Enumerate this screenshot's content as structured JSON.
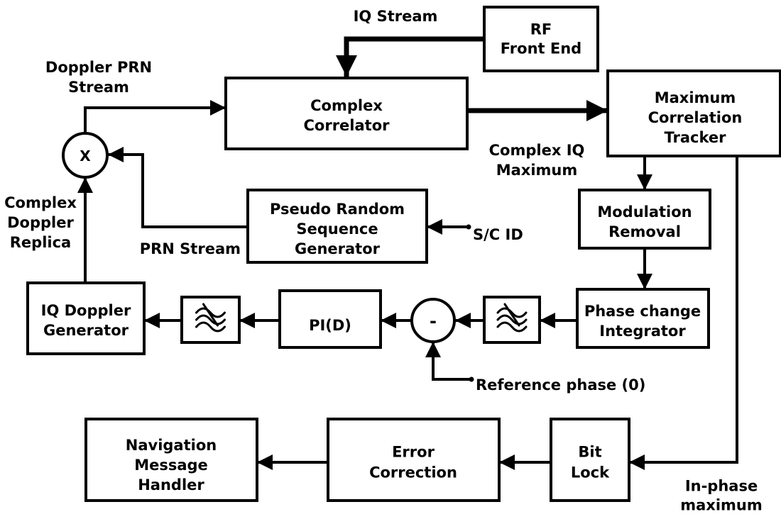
{
  "blocks": {
    "rf_front_end": [
      "RF",
      "Front End"
    ],
    "complex_correlator": [
      "Complex",
      "Correlator"
    ],
    "max_corr_tracker": [
      "Maximum",
      "Correlation",
      "Tracker"
    ],
    "modulation_removal": [
      "Modulation",
      "Removal"
    ],
    "phase_change_integrator": [
      "Phase change",
      "Integrator"
    ],
    "pid": [
      "PI(D)"
    ],
    "iq_doppler_generator": [
      "IQ Doppler",
      "Generator"
    ],
    "prn_generator": [
      "Pseudo Random",
      "Sequence",
      "Generator"
    ],
    "bit_lock": [
      "Bit",
      "Lock"
    ],
    "error_correction": [
      "Error",
      "Correction"
    ],
    "nav_message_handler": [
      "Navigation",
      "Message",
      "Handler"
    ]
  },
  "operators": {
    "multiplier": "X",
    "subtractor": "-"
  },
  "annotations": {
    "iq_stream": [
      "IQ Stream"
    ],
    "doppler_prn_stream": [
      "Doppler PRN",
      "Stream"
    ],
    "complex_iq_maximum": [
      "Complex IQ",
      "Maximum"
    ],
    "sc_id": [
      "S/C ID"
    ],
    "prn_stream": [
      "PRN Stream"
    ],
    "complex_doppler_replica": [
      "Complex",
      "Doppler",
      "Replica"
    ],
    "reference_phase": [
      "Reference phase (0)"
    ],
    "inphase_maximum": [
      "In-phase",
      "maximum"
    ]
  },
  "filter_icons": [
    "lowpass-filter-icon",
    "lowpass-filter-icon"
  ]
}
